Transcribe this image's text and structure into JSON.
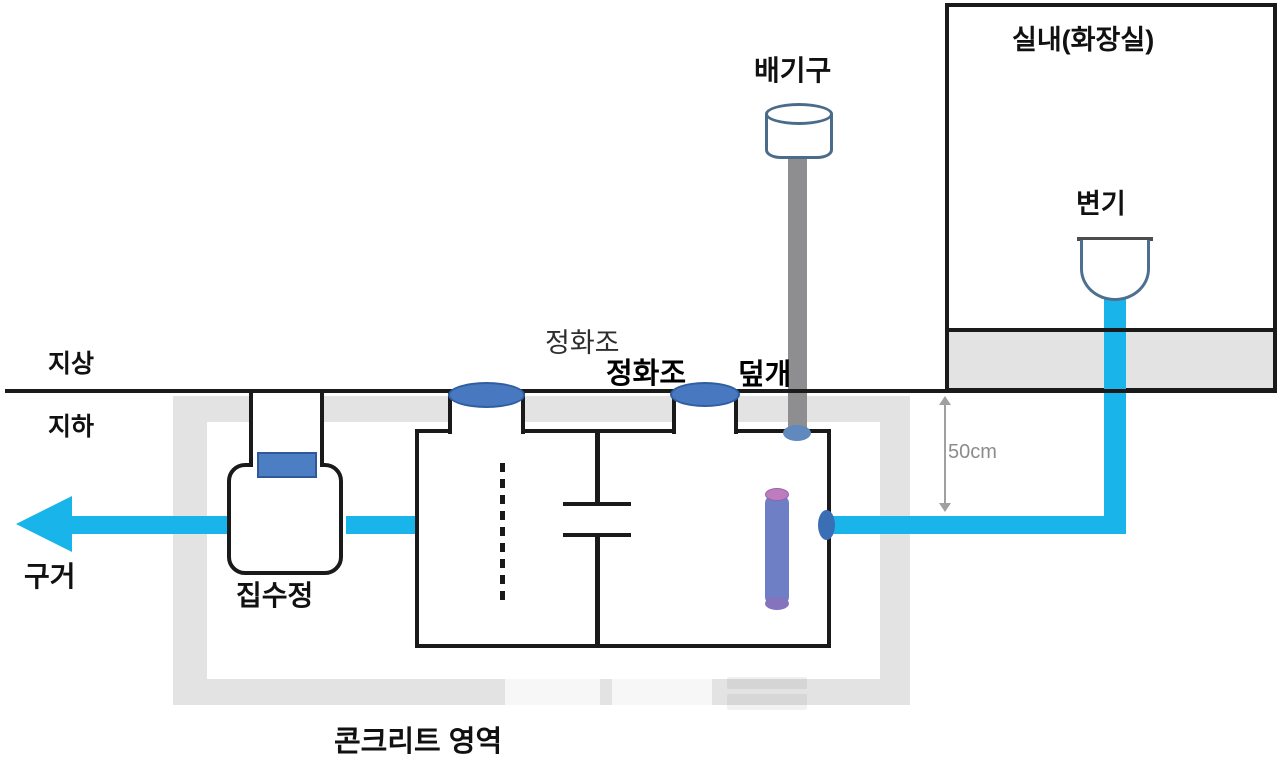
{
  "labels": {
    "above_ground": "지상",
    "below_ground": "지하",
    "outflow_ditch": "구거",
    "collection_well": "집수정",
    "concrete_area": "콘크리트 영역",
    "septic_tank": "정화조",
    "cover_word1": "정화조",
    "cover_word2": "덮개",
    "vent": "배기구",
    "indoor_bathroom": "실내(화장실)",
    "toilet": "변기",
    "depth_dimension": "50cm"
  },
  "colors": {
    "outline_black": "#1a1a1a",
    "concrete_gray": "#e3e3e3",
    "water_pipe_cyan": "#19b5ea",
    "cover_blue": "#4878c0",
    "cover_blue_border": "#2f5fa0",
    "well_inlet_blue": "#4b7ec2",
    "vent_pipe_gray": "#8e8e90",
    "vent_cap_outline": "#4a6b8a",
    "inner_cylinder_purple": "#6f7fc5",
    "inner_cylinder_cap_pink": "#bd7cbd",
    "junction_ellipse_blue": "#3a6fb5",
    "toilet_outline": "#4e7090",
    "dimension_gray": "#8c8c8c"
  }
}
